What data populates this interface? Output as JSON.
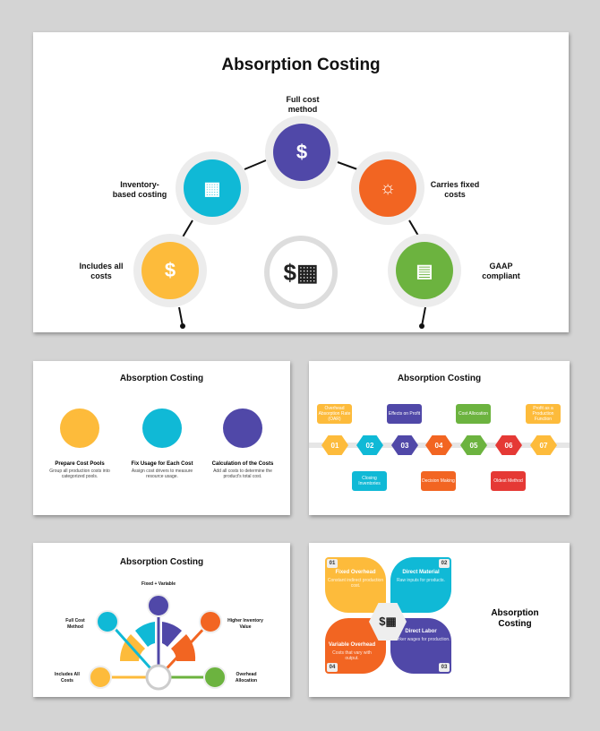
{
  "colors": {
    "purple": "#5048a8",
    "cyan": "#10b9d6",
    "orange": "#f26522",
    "yellow": "#fdbb3b",
    "green": "#6cb33f",
    "red": "#e53935"
  },
  "slide1": {
    "title": "Absorption Costing",
    "items": [
      {
        "label": "Full cost method",
        "icon": "hand-coins-icon"
      },
      {
        "label": "Inventory-based costing",
        "icon": "storefront-icon"
      },
      {
        "label": "Carries fixed costs",
        "icon": "idea-hand-icon"
      },
      {
        "label": "Includes all costs",
        "icon": "hand-dollar-icon"
      },
      {
        "label": "GAAP compliant",
        "icon": "report-chart-icon"
      }
    ],
    "center_icon": "money-bag-calculator-icon"
  },
  "slide2": {
    "title": "Absorption Costing",
    "items": [
      {
        "title": "Prepare Cost Pools",
        "desc": "Group all production costs into categorized pools."
      },
      {
        "title": "Fix Usage for Each Cost",
        "desc": "Assign cost drivers to measure resource usage."
      },
      {
        "title": "Calculation of the Costs",
        "desc": "Add all costs to determine the product's total cost."
      }
    ]
  },
  "slide3": {
    "title": "Absorption Costing",
    "steps": [
      {
        "num": "01",
        "label": "Overhead Absorption Rate (OAR)"
      },
      {
        "num": "02",
        "label": "Closing Inventories"
      },
      {
        "num": "03",
        "label": "Effects on Profit"
      },
      {
        "num": "04",
        "label": "Decision Making"
      },
      {
        "num": "05",
        "label": "Cost Allocation"
      },
      {
        "num": "06",
        "label": "Oldest Method"
      },
      {
        "num": "07",
        "label": "Profit as a Production Function"
      }
    ]
  },
  "slide4": {
    "title": "Absorption Costing",
    "items": [
      {
        "label": "Includes All Costs"
      },
      {
        "label": "Full Cost Method"
      },
      {
        "label": "Fixed + Variable"
      },
      {
        "label": "Higher Inventory Value"
      },
      {
        "label": "Overhead Allocation"
      }
    ]
  },
  "slide5": {
    "title": "Absorption Costing",
    "items": [
      {
        "num": "01",
        "title": "Fixed Overhead",
        "desc": "Constant indirect production cost."
      },
      {
        "num": "02",
        "title": "Direct Material",
        "desc": "Raw inputs for products."
      },
      {
        "num": "03",
        "title": "Direct Labor",
        "desc": "Worker wages for production."
      },
      {
        "num": "04",
        "title": "Variable Overhead",
        "desc": "Costs that vary with output."
      }
    ]
  }
}
